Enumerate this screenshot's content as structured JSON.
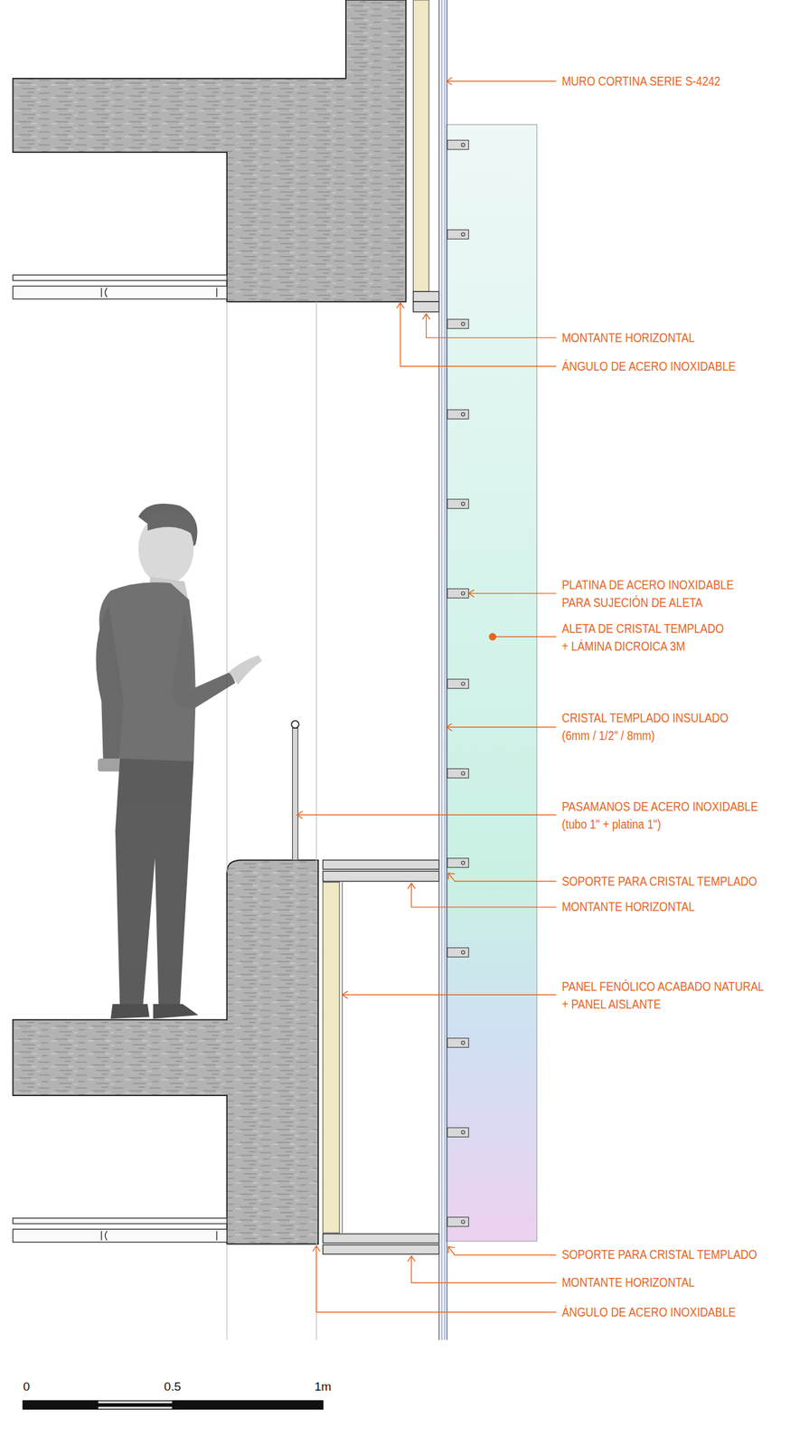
{
  "diagram": {
    "labels": [
      "MURO CORTINA SERIE S-4242",
      "MONTANTE HORIZONTAL",
      "ÁNGULO DE ACERO INOXIDABLE",
      "PLATINA DE ACERO INOXIDABLE PARA SUJECIÓN DE ALETA",
      "ALETA DE CRISTAL TEMPLADO + LÁMINA DICROICA 3M",
      "CRISTAL TEMPLADO INSULADO (6mm / 1/2\" / 8mm)",
      "PASAMANOS DE ACERO INOXIDABLE (tubo 1\" + platina 1\")",
      "SOPORTE PARA CRISTAL TEMPLADO",
      "MONTANTE HORIZONTAL",
      "PANEL FENÓLICO ACABADO NATURAL + PANEL AISLANTE",
      "SOPORTE PARA CRISTAL TEMPLADO",
      "MONTANTE HORIZONTAL",
      "ÁNGULO DE ACERO INOXIDABLE",
      "0",
      "0.5",
      "1m"
    ]
  }
}
